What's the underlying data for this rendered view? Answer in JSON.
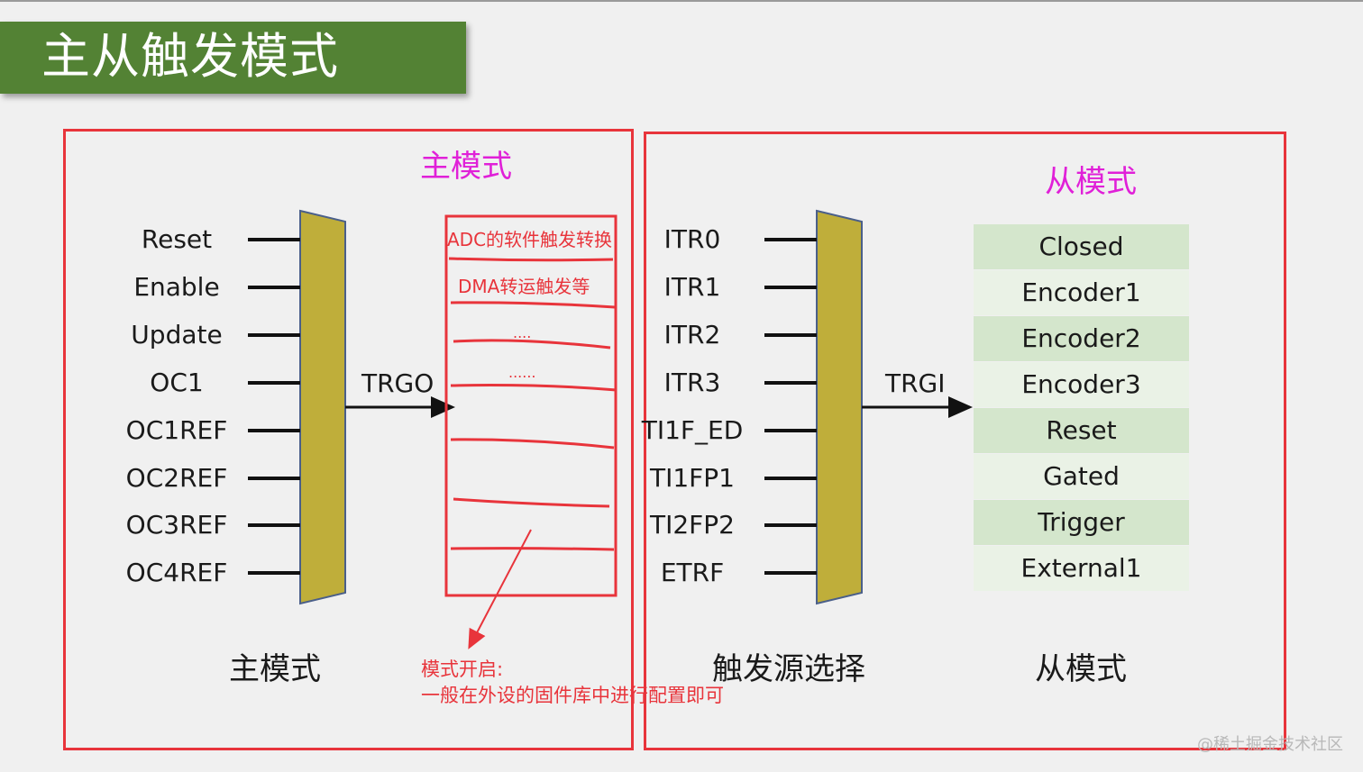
{
  "title": "主从触发模式",
  "master": {
    "heading": "主模式",
    "inputs": [
      "Reset",
      "Enable",
      "Update",
      "OC1",
      "OC1REF",
      "OC2REF",
      "OC3REF",
      "OC4REF"
    ],
    "output_label": "TRGO",
    "caption": "主模式",
    "trgo_targets": [
      "ADC的软件触发转换",
      "DMA转运触发等",
      "....",
      "......"
    ],
    "note_line1": "模式开启:",
    "note_line2": "一般在外设的固件库中进行配置即可"
  },
  "trigger": {
    "inputs": [
      "ITR0",
      "ITR1",
      "ITR2",
      "ITR3",
      "TI1F_ED",
      "TI1FP1",
      "TI2FP2",
      "ETRF"
    ],
    "output_label": "TRGI",
    "caption": "触发源选择"
  },
  "slave": {
    "heading": "从模式",
    "modes": [
      "Closed",
      "Encoder1",
      "Encoder2",
      "Encoder3",
      "Reset",
      "Gated",
      "Trigger",
      "External1"
    ],
    "caption": "从模式"
  },
  "watermark": "@稀土掘金技术社区",
  "colors": {
    "title_bg": "#538234",
    "frame_red": "#e8343b",
    "mux_fill": "#bfae3a",
    "heading_magenta": "#e020d8",
    "mode_row_dark": "#d4e6cc",
    "mode_row_light": "#eaf2e6"
  }
}
